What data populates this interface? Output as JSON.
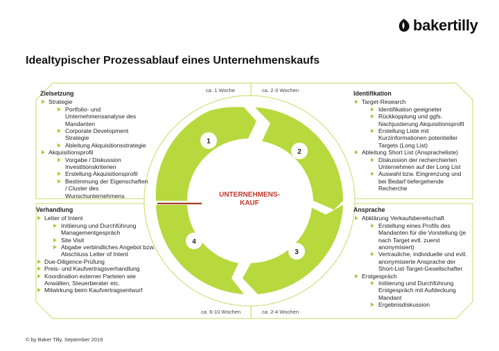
{
  "brand": {
    "name": "bakertilly"
  },
  "title": "Idealtypischer Prozessablauf eines Unternehmenskaufs",
  "center": {
    "line1": "UNTERNEHMENS-",
    "line2": "KAUF"
  },
  "phases": [
    "1",
    "2",
    "3",
    "4"
  ],
  "durations": {
    "top_left": "ca. 1 Woche",
    "top_right": "ca. 2-3 Wochen",
    "bottom_left": "ca. 6-10 Wochen",
    "bottom_right": "ca. 2-4 Wochen"
  },
  "zielsetzung": {
    "title": "Zielsetzung",
    "items": [
      {
        "label": "Strategie",
        "sub": [
          "Portfolio- und Unternehmensanalyse des Mandanten",
          "Corporate Development Strategie",
          "Ableitung Akquisitionsstrategie"
        ]
      },
      {
        "label": "Akquisitionsprofil",
        "sub": [
          "Vorgabe / Diskussion Investitionskriterien",
          "Erstellung Akquisitionsprofil",
          "Bestimmung der Eigenschaften / Cluster des Wunschunternehmens"
        ]
      }
    ]
  },
  "identifikation": {
    "title": "Identifikation",
    "items": [
      {
        "label": "Target-Research",
        "sub": [
          "Identifikation geeigneter",
          "Rückkopplung und ggfs. Nachjustierung Akquisitionsprofil",
          "Erstellung Liste mit Kurzinformationen potentieller Targets (Long List)"
        ]
      },
      {
        "label": "Ableitung Short List (Anspracheliste)",
        "sub": [
          "Diskussion der recherchierten Unternehmen auf der Long List",
          "Auswahl bzw. Eingrenzung und bei Bedarf tiefergehende Recherche"
        ]
      }
    ]
  },
  "verhandlung": {
    "title": "Verhandlung",
    "items": [
      {
        "label": "Letter of Intent",
        "sub": [
          "Initiierung und Durchführung Managementgespräch",
          "Site Visit",
          "Abgabe verbindliches Angebot bzw. Abschluss Letter of Intent"
        ]
      },
      {
        "label": "Due-Diligence-Prüfung",
        "sub": []
      },
      {
        "label": "Preis- und Kaufvertragsverhandlung",
        "sub": []
      },
      {
        "label": "Koordination externer Parteien wie Anwälten, Steuerberater etc.",
        "sub": []
      },
      {
        "label": "Mitwirkung beim Kaufvertragsentwurf",
        "sub": []
      }
    ]
  },
  "ansprache": {
    "title": "Ansprache",
    "items": [
      {
        "label": "Abklärung Verkaufsbereitschaft",
        "sub": [
          "Erstellung eines Profils des Mandanten für die Vorstellung (je nach Target evtl. zuerst anonymisiert)",
          "Vertrauliche, individuelle und evtl. anonymisierte Ansprache der Short-List-Target-Gesellschafter"
        ]
      },
      {
        "label": "Erstgespräch",
        "sub": [
          "Initiierung und Durchführung Erstgespräch mit Aufdeckung Mandant",
          "Ergebnisdiskussion"
        ]
      }
    ]
  },
  "footer": "© by Baker Tilly, September 2019",
  "colors": {
    "accent": "#b7d93e",
    "frame": "#cfe07f",
    "divider": "#a33a1e",
    "center_text": "#c0392b"
  }
}
